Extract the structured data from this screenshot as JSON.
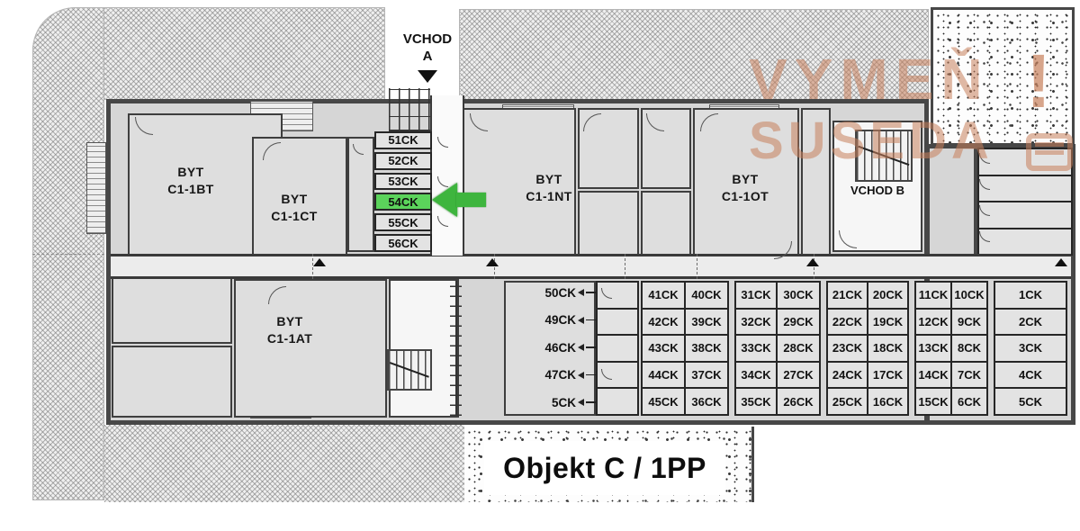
{
  "colors": {
    "highlight_green": "#5BD35B",
    "arrow_green": "#3EB53E",
    "watermark_tan": "#C8805C"
  },
  "banner": {
    "title": "Objekt C / 1PP"
  },
  "watermark": {
    "word1": "VYMEŇ",
    "bang": "!",
    "word2": "SUSEDA"
  },
  "entrance_a": {
    "word": "VCHOD",
    "letter": "A"
  },
  "entrance_b": {
    "label": "VCHOD B"
  },
  "apartments": {
    "bt": {
      "line1": "BYT",
      "line2": "C1-1BT"
    },
    "ct": {
      "line1": "BYT",
      "line2": "C1-1CT"
    },
    "at": {
      "line1": "BYT",
      "line2": "C1-1AT"
    },
    "nt": {
      "line1": "BYT",
      "line2": "C1-1NT"
    },
    "ot": {
      "line1": "BYT",
      "line2": "C1-1OT"
    }
  },
  "stack_51_56": [
    "51CK",
    "52CK",
    "53CK",
    "54CK",
    "55CK",
    "56CK"
  ],
  "highlighted_cell": "54CK",
  "left_labels": [
    "50CK",
    "49CK",
    "46CK",
    "47CK",
    "5CK"
  ],
  "grids": {
    "g41": {
      "col_a": [
        "41CK",
        "42CK",
        "43CK",
        "44CK",
        "45CK"
      ],
      "col_b": [
        "40CK",
        "39CK",
        "38CK",
        "37CK",
        "36CK"
      ]
    },
    "g31": {
      "col_a": [
        "31CK",
        "32CK",
        "33CK",
        "34CK",
        "35CK"
      ],
      "col_b": [
        "30CK",
        "29CK",
        "28CK",
        "27CK",
        "26CK"
      ]
    },
    "g21": {
      "col_a": [
        "21CK",
        "22CK",
        "23CK",
        "24CK",
        "25CK"
      ],
      "col_b": [
        "20CK",
        "19CK",
        "18CK",
        "17CK",
        "16CK"
      ]
    },
    "g11": {
      "col_a": [
        "11CK",
        "12CK",
        "13CK",
        "14CK",
        "15CK"
      ],
      "col_b": [
        "10CK",
        "9CK",
        "8CK",
        "7CK",
        "6CK"
      ]
    },
    "g01": {
      "col": [
        "1CK",
        "2CK",
        "3CK",
        "4CK",
        "5CK"
      ]
    }
  }
}
